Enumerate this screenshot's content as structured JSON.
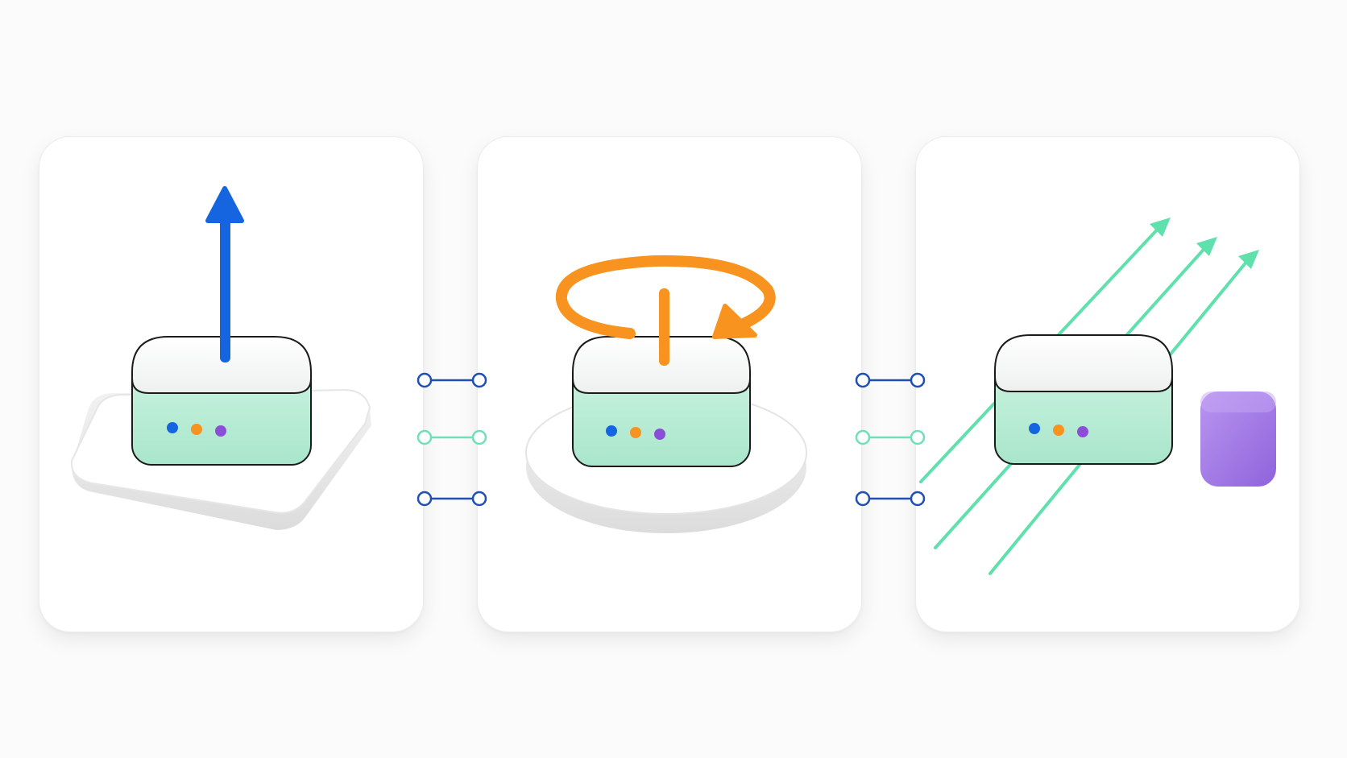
{
  "colors": {
    "background": "#fbfbfb",
    "panel": "#ffffff",
    "device_body": "#bdeed8",
    "device_top": "#ffffff",
    "led_blue": "#1565e0",
    "led_orange": "#f7931e",
    "led_purple": "#8a4fd6",
    "translate_arrow": "#1565e0",
    "rotate_arrow": "#f7931e",
    "field_lines": "#5fe0ad",
    "block": "#a27be6",
    "connector_blue": "#1f4fb0",
    "connector_green": "#6fe0b8"
  },
  "panels": [
    {
      "id": "translate",
      "icon": "up-arrow-icon",
      "base": "square-platform"
    },
    {
      "id": "rotate",
      "icon": "rotation-arrow-icon",
      "base": "round-platform"
    },
    {
      "id": "flow",
      "icon": "diagonal-arrows-icon",
      "extra": "purple-block"
    }
  ],
  "connectors": [
    {
      "between": "panel-1-panel-2",
      "links": [
        "blue",
        "green",
        "blue"
      ]
    },
    {
      "between": "panel-2-panel-3",
      "links": [
        "blue",
        "green",
        "blue"
      ]
    }
  ]
}
